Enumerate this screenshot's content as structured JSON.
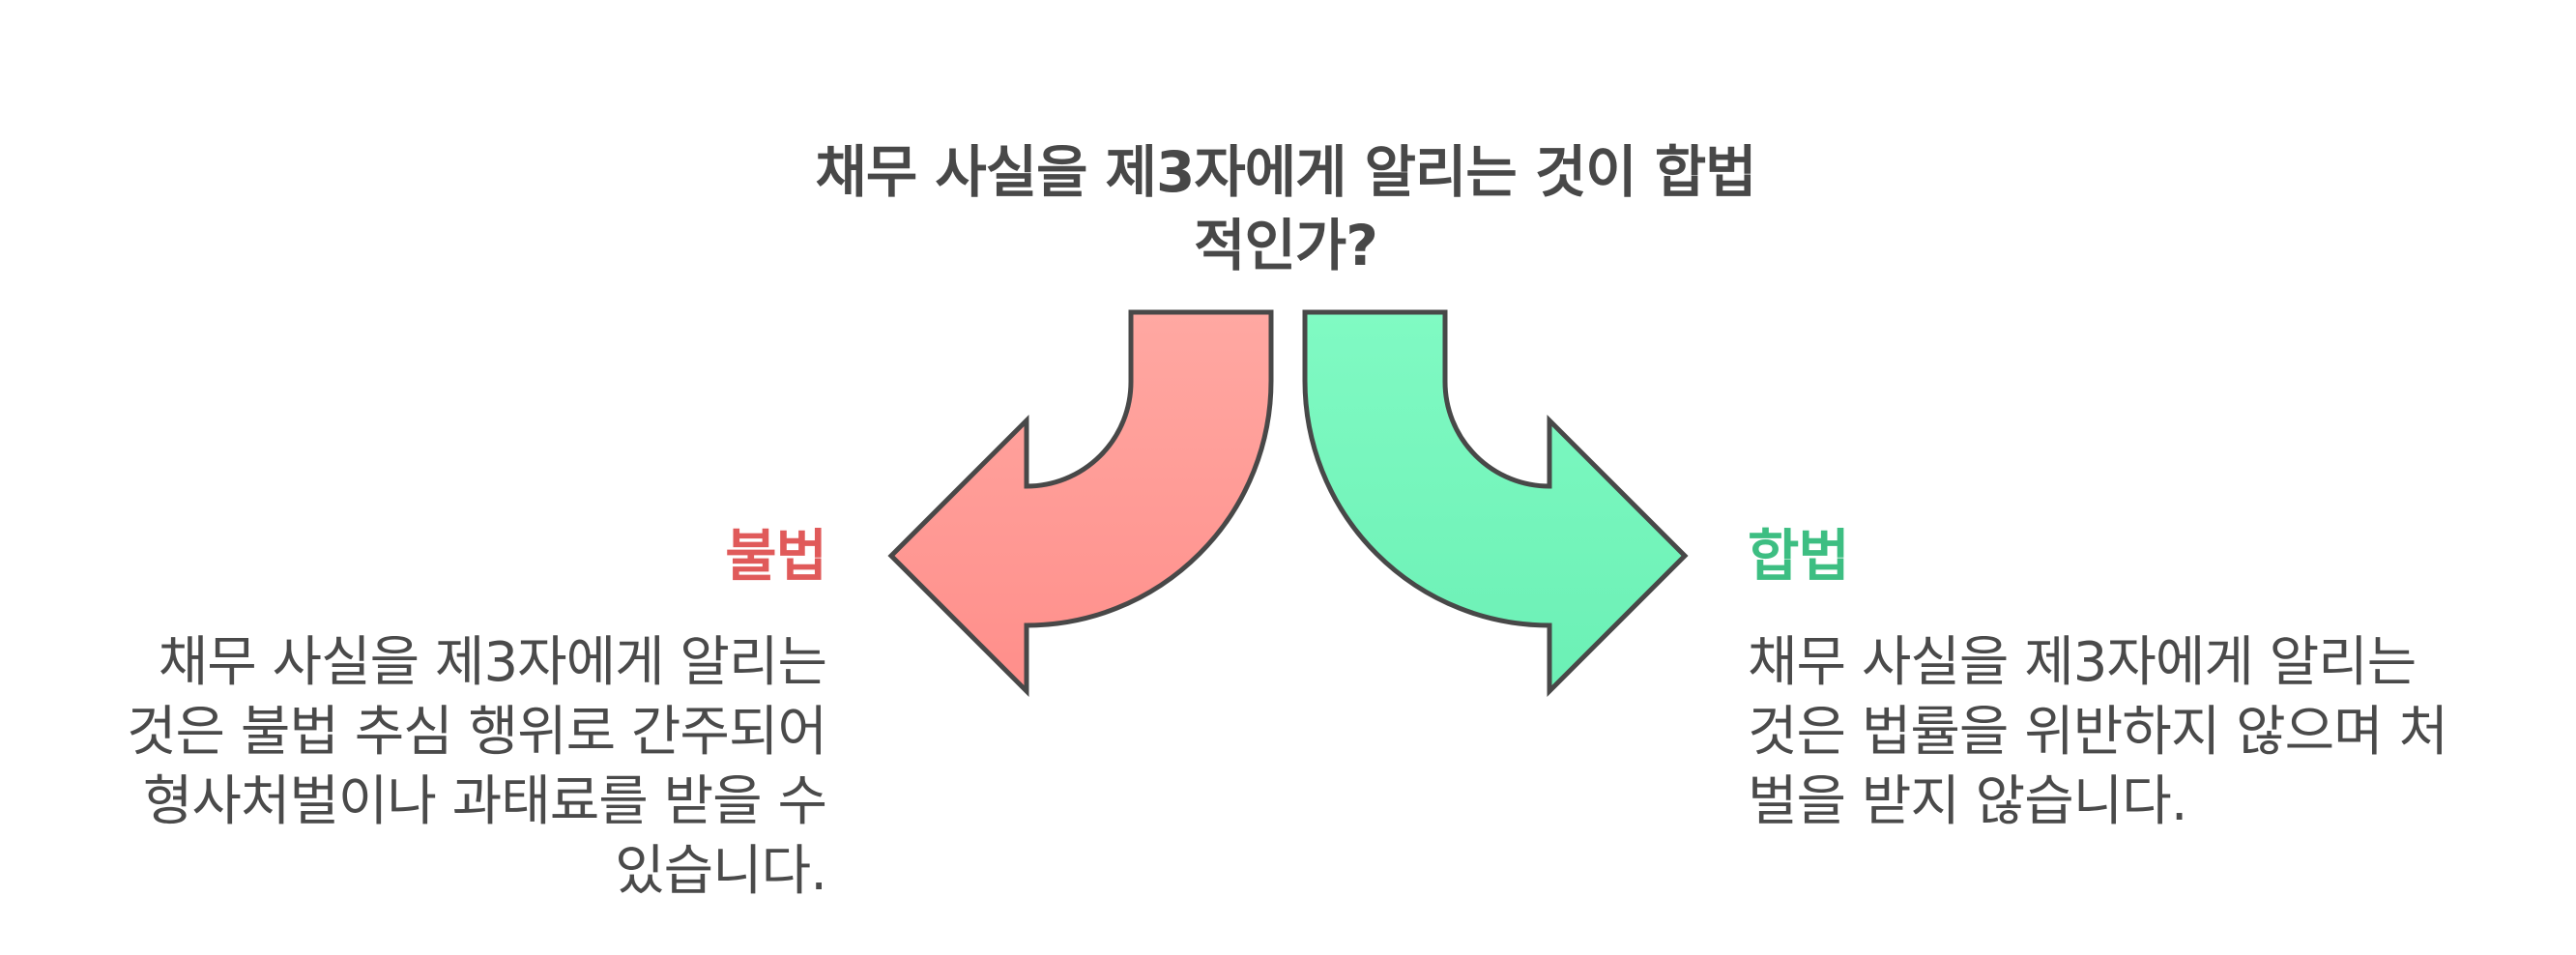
{
  "question": {
    "line1": "채무 사실을 제3자에게 알리는 것이 합법",
    "line2": "적인가?"
  },
  "options": [
    {
      "heading": "불법",
      "color": "#E05A5A",
      "arrow_fill_top": "#FFA8A2",
      "arrow_fill_bottom": "#FF8E8A",
      "lines": [
        "채무 사실을 제3자에게 알리는",
        "것은 불법 추심 행위로 간주되어",
        "형사처벌이나 과태료를 받을 수",
        "있습니다."
      ]
    },
    {
      "heading": "합법",
      "color": "#3DBE82",
      "arrow_fill_top": "#80FAC3",
      "arrow_fill_bottom": "#6BF0B5",
      "lines": [
        "채무 사실을 제3자에게 알리는",
        "것은 법률을 위반하지 않으며 처",
        "벌을 받지 않습니다."
      ]
    }
  ],
  "colors": {
    "outline": "#484848",
    "text": "#4a4a4a"
  }
}
